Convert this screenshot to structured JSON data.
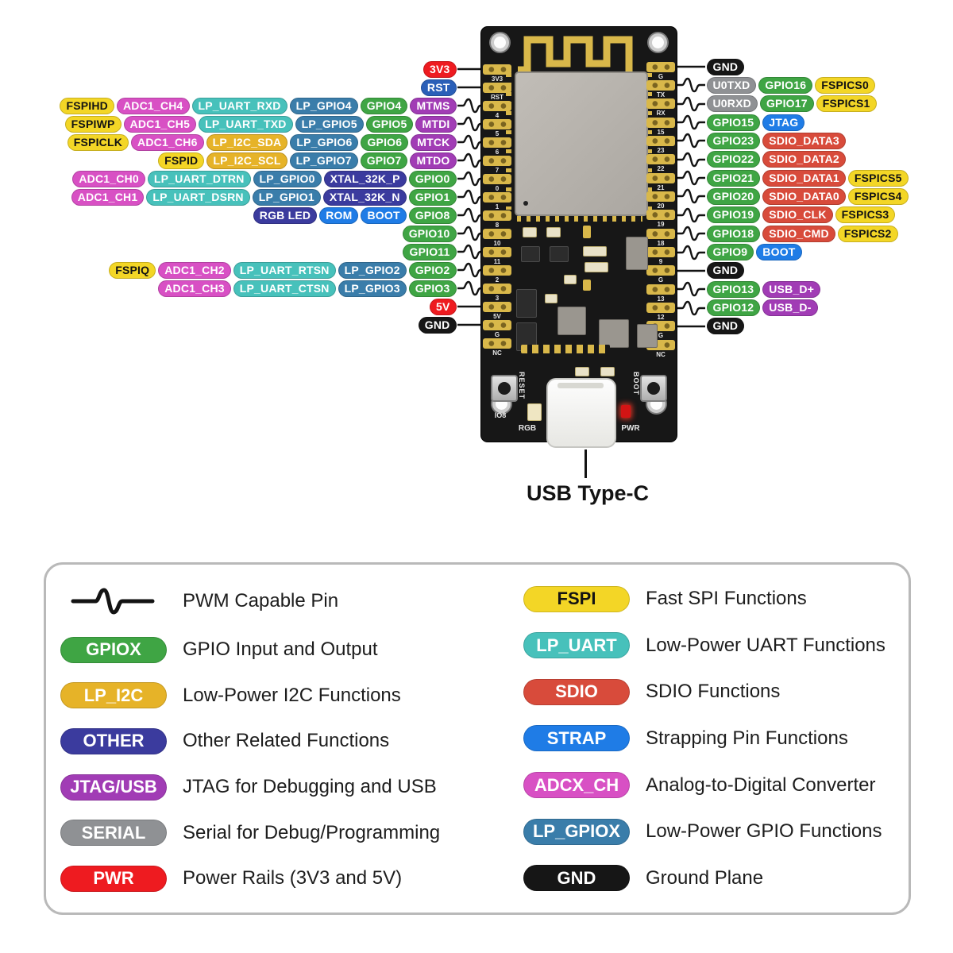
{
  "colors": {
    "pwr": "#ee1b20",
    "rst": "#2a5fb8",
    "fspi": "#f3d626",
    "adc": "#d850c4",
    "lp_uart": "#47c1bb",
    "lp_gpio": "#3a7daa",
    "gpio": "#3fa544",
    "jtag_usb": "#a13cb5",
    "lp_i2c": "#e6b328",
    "other": "#3b3b9e",
    "strap": "#1f7ce6",
    "sdio": "#d84b3b",
    "serial": "#8f9194",
    "gnd": "#161616"
  },
  "pins": {
    "left": [
      {
        "pwm": false,
        "pills": [
          {
            "t": "3V3",
            "c": "pwr"
          }
        ]
      },
      {
        "pwm": false,
        "pills": [
          {
            "t": "RST",
            "c": "rst"
          }
        ]
      },
      {
        "pwm": true,
        "pills": [
          {
            "t": "FSPIHD",
            "c": "fspi"
          },
          {
            "t": "ADC1_CH4",
            "c": "adc"
          },
          {
            "t": "LP_UART_RXD",
            "c": "lp_uart"
          },
          {
            "t": "LP_GPIO4",
            "c": "lp_gpio"
          },
          {
            "t": "GPIO4",
            "c": "gpio"
          },
          {
            "t": "MTMS",
            "c": "jtag_usb"
          }
        ]
      },
      {
        "pwm": true,
        "pills": [
          {
            "t": "FSPIWP",
            "c": "fspi"
          },
          {
            "t": "ADC1_CH5",
            "c": "adc"
          },
          {
            "t": "LP_UART_TXD",
            "c": "lp_uart"
          },
          {
            "t": "LP_GPIO5",
            "c": "lp_gpio"
          },
          {
            "t": "GPIO5",
            "c": "gpio"
          },
          {
            "t": "MTDI",
            "c": "jtag_usb"
          }
        ]
      },
      {
        "pwm": true,
        "pills": [
          {
            "t": "FSPICLK",
            "c": "fspi"
          },
          {
            "t": "ADC1_CH6",
            "c": "adc"
          },
          {
            "t": "LP_I2C_SDA",
            "c": "lp_i2c"
          },
          {
            "t": "LP_GPIO6",
            "c": "lp_gpio"
          },
          {
            "t": "GPIO6",
            "c": "gpio"
          },
          {
            "t": "MTCK",
            "c": "jtag_usb"
          }
        ]
      },
      {
        "pwm": true,
        "pills": [
          {
            "t": "FSPID",
            "c": "fspi"
          },
          {
            "t": "LP_I2C_SCL",
            "c": "lp_i2c"
          },
          {
            "t": "LP_GPIO7",
            "c": "lp_gpio"
          },
          {
            "t": "GPIO7",
            "c": "gpio"
          },
          {
            "t": "MTDO",
            "c": "jtag_usb"
          }
        ]
      },
      {
        "pwm": true,
        "pills": [
          {
            "t": "ADC1_CH0",
            "c": "adc"
          },
          {
            "t": "LP_UART_DTRN",
            "c": "lp_uart"
          },
          {
            "t": "LP_GPIO0",
            "c": "lp_gpio"
          },
          {
            "t": "XTAL_32K_P",
            "c": "other"
          },
          {
            "t": "GPIO0",
            "c": "gpio"
          }
        ]
      },
      {
        "pwm": true,
        "pills": [
          {
            "t": "ADC1_CH1",
            "c": "adc"
          },
          {
            "t": "LP_UART_DSRN",
            "c": "lp_uart"
          },
          {
            "t": "LP_GPIO1",
            "c": "lp_gpio"
          },
          {
            "t": "XTAL_32K_N",
            "c": "other"
          },
          {
            "t": "GPIO1",
            "c": "gpio"
          }
        ]
      },
      {
        "pwm": true,
        "pills": [
          {
            "t": "RGB LED",
            "c": "other"
          },
          {
            "t": "ROM",
            "c": "strap"
          },
          {
            "t": "BOOT",
            "c": "strap"
          },
          {
            "t": "GPIO8",
            "c": "gpio"
          }
        ]
      },
      {
        "pwm": true,
        "pills": [
          {
            "t": "GPIO10",
            "c": "gpio"
          }
        ]
      },
      {
        "pwm": true,
        "pills": [
          {
            "t": "GPIO11",
            "c": "gpio"
          }
        ]
      },
      {
        "pwm": true,
        "pills": [
          {
            "t": "FSPIQ",
            "c": "fspi"
          },
          {
            "t": "ADC1_CH2",
            "c": "adc"
          },
          {
            "t": "LP_UART_RTSN",
            "c": "lp_uart"
          },
          {
            "t": "LP_GPIO2",
            "c": "lp_gpio"
          },
          {
            "t": "GPIO2",
            "c": "gpio"
          }
        ]
      },
      {
        "pwm": true,
        "pills": [
          {
            "t": "ADC1_CH3",
            "c": "adc"
          },
          {
            "t": "LP_UART_CTSN",
            "c": "lp_uart"
          },
          {
            "t": "LP_GPIO3",
            "c": "lp_gpio"
          },
          {
            "t": "GPIO3",
            "c": "gpio"
          }
        ]
      },
      {
        "pwm": false,
        "pills": [
          {
            "t": "5V",
            "c": "pwr"
          }
        ]
      },
      {
        "pwm": false,
        "pills": [
          {
            "t": "GND",
            "c": "gnd"
          }
        ]
      }
    ],
    "right": [
      {
        "pwm": false,
        "pills": [
          {
            "t": "GND",
            "c": "gnd"
          }
        ]
      },
      {
        "pwm": true,
        "pills": [
          {
            "t": "U0TXD",
            "c": "serial"
          },
          {
            "t": "GPIO16",
            "c": "gpio"
          },
          {
            "t": "FSPICS0",
            "c": "fspi"
          }
        ]
      },
      {
        "pwm": true,
        "pills": [
          {
            "t": "U0RXD",
            "c": "serial"
          },
          {
            "t": "GPIO17",
            "c": "gpio"
          },
          {
            "t": "FSPICS1",
            "c": "fspi"
          }
        ]
      },
      {
        "pwm": true,
        "pills": [
          {
            "t": "GPIO15",
            "c": "gpio"
          },
          {
            "t": "JTAG",
            "c": "strap"
          }
        ]
      },
      {
        "pwm": true,
        "pills": [
          {
            "t": "GPIO23",
            "c": "gpio"
          },
          {
            "t": "SDIO_DATA3",
            "c": "sdio"
          }
        ]
      },
      {
        "pwm": true,
        "pills": [
          {
            "t": "GPIO22",
            "c": "gpio"
          },
          {
            "t": "SDIO_DATA2",
            "c": "sdio"
          }
        ]
      },
      {
        "pwm": true,
        "pills": [
          {
            "t": "GPIO21",
            "c": "gpio"
          },
          {
            "t": "SDIO_DATA1",
            "c": "sdio"
          },
          {
            "t": "FSPICS5",
            "c": "fspi"
          }
        ]
      },
      {
        "pwm": true,
        "pills": [
          {
            "t": "GPIO20",
            "c": "gpio"
          },
          {
            "t": "SDIO_DATA0",
            "c": "sdio"
          },
          {
            "t": "FSPICS4",
            "c": "fspi"
          }
        ]
      },
      {
        "pwm": true,
        "pills": [
          {
            "t": "GPIO19",
            "c": "gpio"
          },
          {
            "t": "SDIO_CLK",
            "c": "sdio"
          },
          {
            "t": "FSPICS3",
            "c": "fspi"
          }
        ]
      },
      {
        "pwm": true,
        "pills": [
          {
            "t": "GPIO18",
            "c": "gpio"
          },
          {
            "t": "SDIO_CMD",
            "c": "sdio"
          },
          {
            "t": "FSPICS2",
            "c": "fspi"
          }
        ]
      },
      {
        "pwm": true,
        "pills": [
          {
            "t": "GPIO9",
            "c": "gpio"
          },
          {
            "t": "BOOT",
            "c": "strap"
          }
        ]
      },
      {
        "pwm": false,
        "pills": [
          {
            "t": "GND",
            "c": "gnd"
          }
        ]
      },
      {
        "pwm": true,
        "pills": [
          {
            "t": "GPIO13",
            "c": "gpio"
          },
          {
            "t": "USB_D+",
            "c": "jtag_usb"
          }
        ]
      },
      {
        "pwm": true,
        "pills": [
          {
            "t": "GPIO12",
            "c": "gpio"
          },
          {
            "t": "USB_D-",
            "c": "jtag_usb"
          }
        ]
      },
      {
        "pwm": false,
        "pills": [
          {
            "t": "GND",
            "c": "gnd"
          }
        ]
      }
    ]
  },
  "board": {
    "reset": "RESET",
    "boot": "BOOT",
    "io8": "IO8",
    "rgb": "RGB",
    "pwr": "PWR",
    "silk_left": [
      "3V3",
      "RST",
      "4",
      "5",
      "6",
      "7",
      "0",
      "1",
      "8",
      "10",
      "11",
      "2",
      "3",
      "5V",
      "G",
      "NC"
    ],
    "silk_right": [
      "G",
      "TX",
      "RX",
      "15",
      "23",
      "22",
      "21",
      "20",
      "19",
      "18",
      "9",
      "G",
      "13",
      "12",
      "G",
      "NC"
    ]
  },
  "usb": {
    "caption": "USB Type-C"
  },
  "legend": {
    "left": [
      {
        "icon": "pwm",
        "label": "PWM Capable Pin"
      },
      {
        "pill": "GPIOX",
        "c": "gpio",
        "label": "GPIO Input and Output"
      },
      {
        "pill": "LP_I2C",
        "c": "lp_i2c",
        "label": "Low-Power I2C Functions"
      },
      {
        "pill": "OTHER",
        "c": "other",
        "label": "Other Related Functions"
      },
      {
        "pill": "JTAG/USB",
        "c": "jtag_usb",
        "label": "JTAG for Debugging and USB"
      },
      {
        "pill": "SERIAL",
        "c": "serial",
        "label": "Serial for Debug/Programming"
      },
      {
        "pill": "PWR",
        "c": "pwr",
        "label": "Power Rails (3V3 and 5V)"
      }
    ],
    "right": [
      {
        "pill": "FSPI",
        "c": "fspi",
        "label": "Fast SPI Functions"
      },
      {
        "pill": "LP_UART",
        "c": "lp_uart",
        "label": "Low-Power UART Functions"
      },
      {
        "pill": "SDIO",
        "c": "sdio",
        "label": "SDIO Functions"
      },
      {
        "pill": "STRAP",
        "c": "strap",
        "label": "Strapping Pin Functions"
      },
      {
        "pill": "ADCX_CH",
        "c": "adc",
        "label": "Analog-to-Digital Converter"
      },
      {
        "pill": "LP_GPIOX",
        "c": "lp_gpio",
        "label": "Low-Power GPIO Functions"
      },
      {
        "pill": "GND",
        "c": "gnd",
        "label": "Ground Plane"
      }
    ]
  }
}
